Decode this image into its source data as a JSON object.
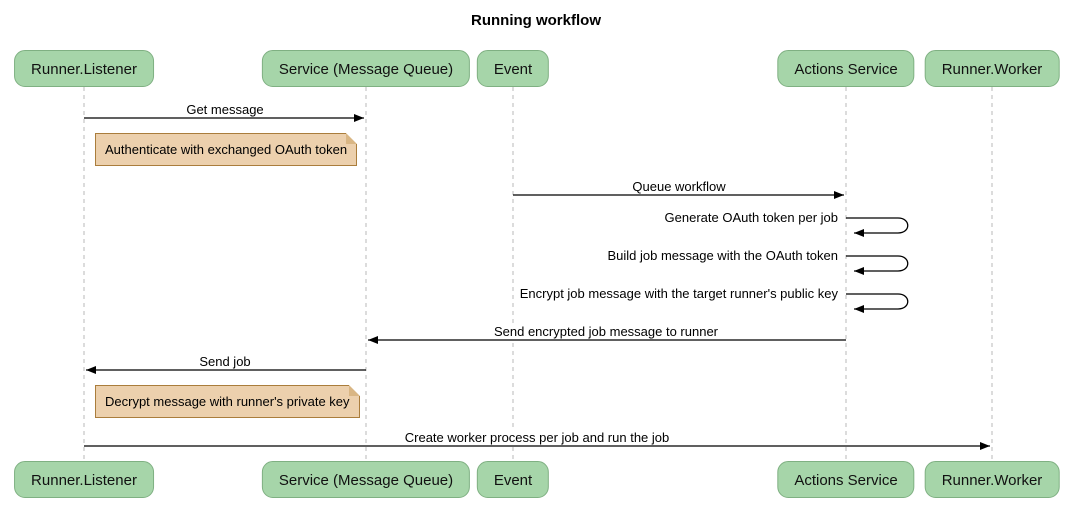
{
  "title": "Running workflow",
  "colors": {
    "participant_fill": "#a6d5a9",
    "participant_border": "#7fb082",
    "note_fill": "#ecd0ad",
    "note_border": "#aa7d3c",
    "lifeline": "#b9b9b9",
    "arrow": "#000000",
    "background": "#ffffff"
  },
  "participants": [
    {
      "label": "Runner.Listener"
    },
    {
      "label": "Service (Message Queue)"
    },
    {
      "label": "Event"
    },
    {
      "label": "Actions Service"
    },
    {
      "label": "Runner.Worker"
    }
  ],
  "messages": [
    {
      "label": "Get message",
      "from": "Runner.Listener",
      "to": "Service (Message Queue)",
      "type": "arrow"
    },
    {
      "label": "Queue workflow",
      "from": "Event",
      "to": "Actions Service",
      "type": "arrow"
    },
    {
      "label": "Generate OAuth token per job",
      "from": "Actions Service",
      "to": "Actions Service",
      "type": "self"
    },
    {
      "label": "Build job message with the OAuth token",
      "from": "Actions Service",
      "to": "Actions Service",
      "type": "self"
    },
    {
      "label": "Encrypt job message with the target runner's public key",
      "from": "Actions Service",
      "to": "Actions Service",
      "type": "self"
    },
    {
      "label": "Send encrypted job message to runner",
      "from": "Actions Service",
      "to": "Service (Message Queue)",
      "type": "arrow"
    },
    {
      "label": "Send job",
      "from": "Service (Message Queue)",
      "to": "Runner.Listener",
      "type": "arrow"
    },
    {
      "label": "Create worker process per job and run the job",
      "from": "Runner.Listener",
      "to": "Runner.Worker",
      "type": "arrow"
    }
  ],
  "notes": [
    {
      "text": "Authenticate with exchanged OAuth token",
      "anchor": "Runner.Listener"
    },
    {
      "text": "Decrypt message with runner's private key",
      "anchor": "Runner.Listener"
    }
  ]
}
